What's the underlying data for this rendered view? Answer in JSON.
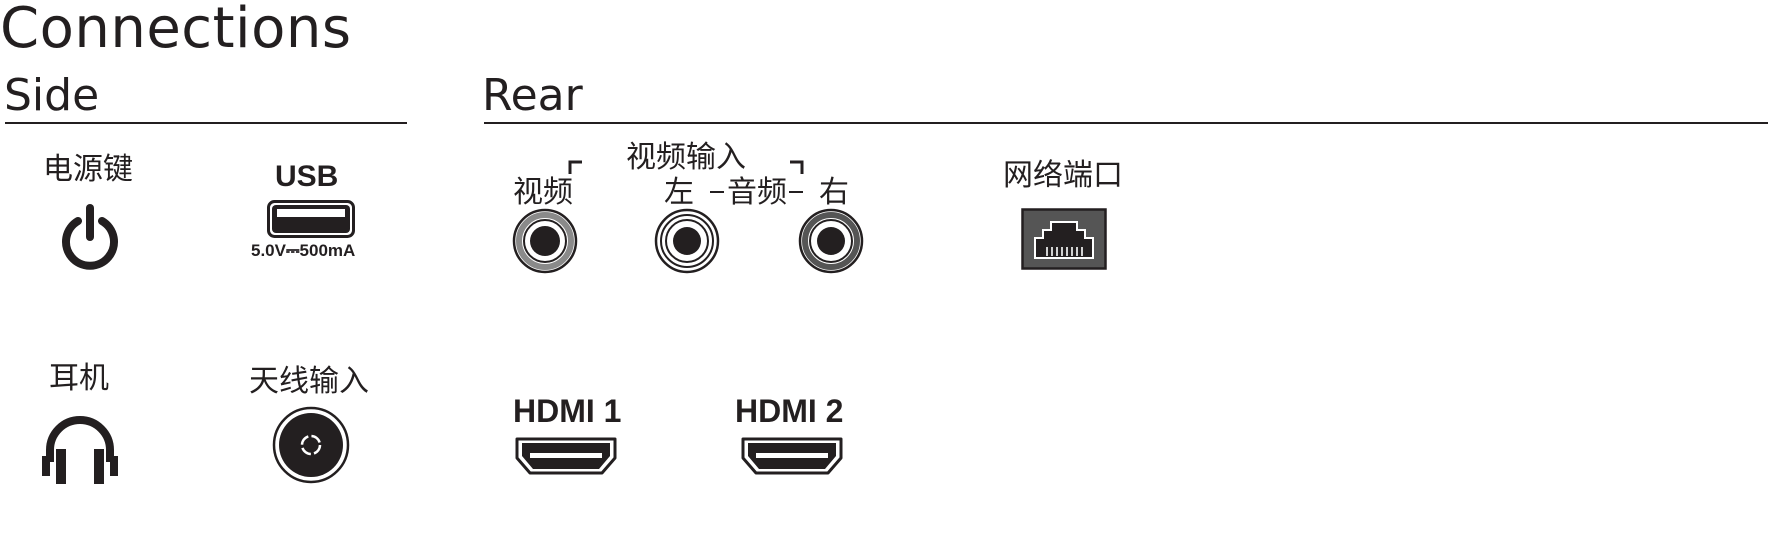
{
  "title": "Connections",
  "side": {
    "heading": "Side",
    "power": {
      "label": "电源键",
      "icon": "power-icon"
    },
    "usb": {
      "label": "USB",
      "spec": "5.0V⎓500mA",
      "icon": "usb-port-icon"
    },
    "headphone": {
      "label": "耳机",
      "icon": "headphones-icon"
    },
    "antenna": {
      "label": "天线输入",
      "icon": "antenna-input-icon"
    }
  },
  "rear": {
    "heading": "Rear",
    "video_input_group": "视频输入",
    "video": "视频",
    "audio": "音频",
    "audio_left": "左",
    "audio_right": "右",
    "network": {
      "label": "网络端口",
      "icon": "ethernet-port-icon"
    },
    "hdmi1": {
      "label": "HDMI 1",
      "icon": "hdmi-port-icon"
    },
    "hdmi2": {
      "label": "HDMI 2",
      "icon": "hdmi-port-icon"
    }
  },
  "colors": {
    "ink": "#231f20",
    "gray": "#8a8a8a",
    "dark_gray": "#555555"
  }
}
